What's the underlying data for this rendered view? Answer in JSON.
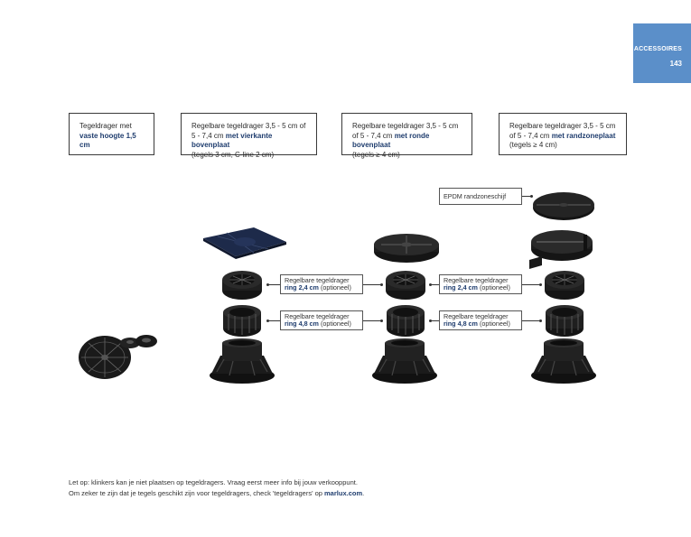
{
  "tab": {
    "section": "ACCESSOIRES",
    "page": "143"
  },
  "boxes": [
    {
      "line1": "Tegeldrager met",
      "bold1": "vaste hoogte 1,5 cm"
    },
    {
      "line1": "Regelbare tegeldrager 3,5 - 5 cm of",
      "line2a": "5 - 7,4 cm ",
      "bold": "met vierkante bovenplaat",
      "line3": "(tegels 3 cm, C-line 2 cm)"
    },
    {
      "line1": "Regelbare tegeldrager 3,5 - 5 cm",
      "line2a": "of 5 - 7,4 cm ",
      "bold": "met ronde bovenplaat",
      "line3": "(tegels ≥ 4 cm)"
    },
    {
      "line1": "Regelbare tegeldrager 3,5 - 5 cm",
      "line2a": "of 5 - 7,4 cm ",
      "bold": "met randzoneplaat",
      "line3": "(tegels ≥ 4 cm)"
    }
  ],
  "callouts": {
    "epdm": "EPDM randzoneschijf",
    "ring24_title": "Regelbare tegeldrager",
    "ring24_bold": "ring 2,4 cm",
    "ring24_opt": " (optioneel)",
    "ring48_title": "Regelbare tegeldrager",
    "ring48_bold": "ring 4,8 cm",
    "ring48_opt": " (optioneel)"
  },
  "footer": {
    "line1": "Let op: klinkers kan je niet plaatsen op tegeldragers. Vraag eerst meer info bij jouw verkooppunt.",
    "line2_pre": "Om zeker te zijn dat je tegels geschikt zijn voor tegeldragers, check 'tegeldragers' op ",
    "line2_link": "marlux.com",
    "line2_post": "."
  },
  "colors": {
    "tab": "#5b8fc9",
    "accent_text": "#1f3d6e",
    "product": "#1c1c1c",
    "square_plate": "#1d2a4a"
  },
  "icons": [
    "fixed-pad-icon",
    "square-top-plate-icon",
    "round-top-plate-icon",
    "edge-plate-icon",
    "epdm-disc-icon",
    "ring-2-4-icon",
    "ring-4-8-icon",
    "base-icon"
  ]
}
